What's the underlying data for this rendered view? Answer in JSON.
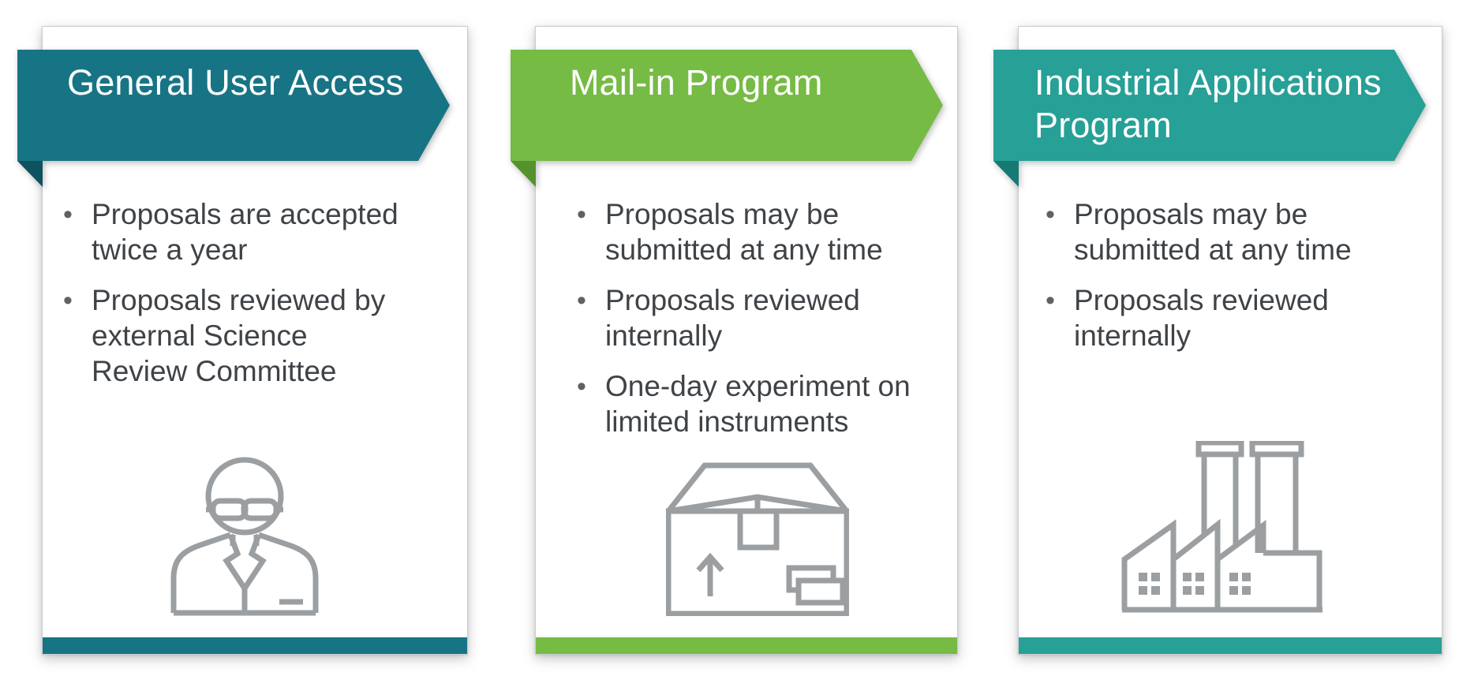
{
  "theme": {
    "page_background": "#ffffff",
    "banner_text": "#ffffff",
    "body_text": "#3f4347",
    "bullet_dot": "#5e6265",
    "card_border": "#cbcdd0",
    "icon_stroke": "#9b9fa2"
  },
  "cards": [
    {
      "title": "General User Access",
      "banner_color": "#177485",
      "fold_color": "#0e5260",
      "accent_bar_color": "#177485",
      "icon": "scientist-icon",
      "bullets": [
        "Proposals are accepted\ntwice a year",
        "Proposals reviewed by\nexternal Science\nReview Committee"
      ]
    },
    {
      "title": "Mail-in Program",
      "banner_color": "#76bb44",
      "fold_color": "#55922e",
      "accent_bar_color": "#76bb44",
      "icon": "package-box-icon",
      "bullets": [
        "Proposals may be\nsubmitted at any time",
        "Proposals reviewed\ninternally",
        "One-day experiment on\nlimited instruments"
      ]
    },
    {
      "title": "Industrial Applications\nProgram",
      "banner_color": "#27a097",
      "fold_color": "#157a73",
      "accent_bar_color": "#27a097",
      "icon": "factory-icon",
      "bullets": [
        "Proposals may be\nsubmitted at any time",
        "Proposals reviewed\ninternally"
      ]
    }
  ]
}
